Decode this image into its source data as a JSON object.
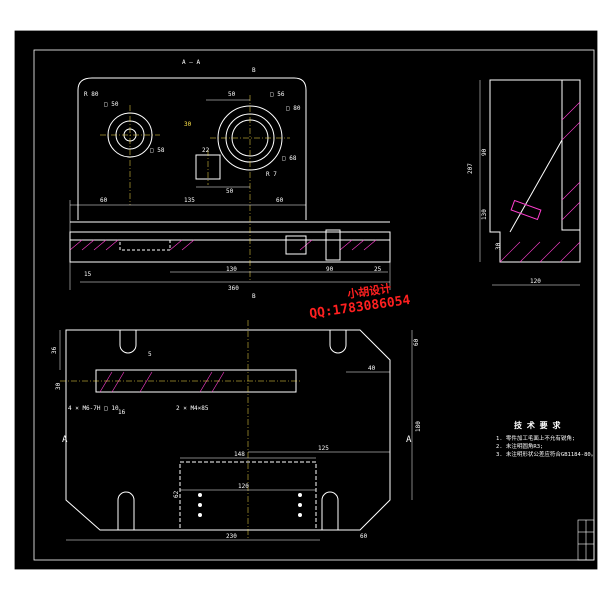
{
  "section_marks": {
    "top_view_label": "A — A",
    "b_top": "B",
    "b_bottom": "B",
    "a_left": "A",
    "a_right": "A"
  },
  "front_view": {
    "dims": {
      "d_130_top": "50",
      "d_30": "30",
      "d_50_bottom": "50",
      "d_22": "22",
      "d_60": "60",
      "d_135": "135",
      "d_60b": "60",
      "d_130": "130",
      "d_90": "90",
      "d_25": "25",
      "d_360": "360",
      "d_15": "15"
    },
    "callouts": {
      "r": "R 80",
      "phi1": "□ 50",
      "phi2": "□ 58",
      "phi3": "□ 56",
      "phi4": "□ 80",
      "phi5": "□ 68",
      "r7": "R 7"
    }
  },
  "side_view": {
    "dims": {
      "h_207": "207",
      "h_90": "90",
      "h_130": "130",
      "h_30": "30",
      "w_120": "120"
    }
  },
  "plan_view": {
    "dims": {
      "d_36": "36",
      "d_30": "30",
      "d_40": "40",
      "d_60": "60",
      "d_148": "148",
      "d_125": "125",
      "d_120": "120",
      "d_62": "62",
      "d_230": "230",
      "d_180": "180",
      "d_60b": "60",
      "d_16": "16",
      "d_5": "5"
    },
    "callouts": {
      "thread": "4 × M6-7H □ 10",
      "thread2": "2 × M4×85"
    }
  },
  "watermark": {
    "line1": "小胡设计",
    "line2": "QQ:1783086054"
  },
  "tech_notes": {
    "title": "技 术 要 求",
    "items": [
      "1. 零件加工毛面上不允有锐角;",
      "2. 未注明圆角R3;",
      "3. 未注明形状公差应符合GB1184-80。"
    ]
  }
}
